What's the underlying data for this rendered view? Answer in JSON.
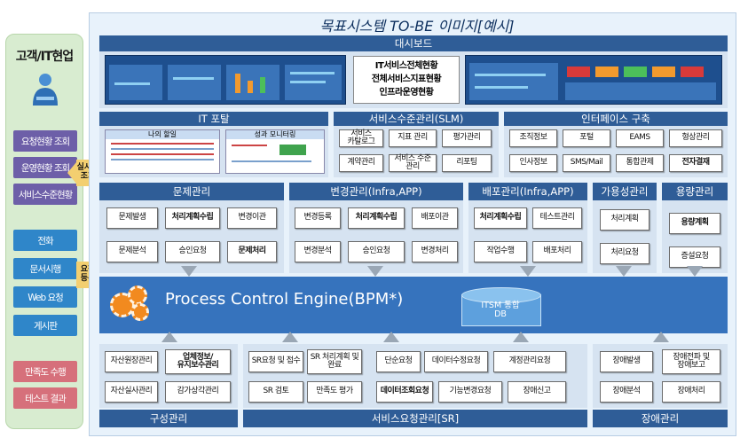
{
  "left_panel": {
    "title": "고객/IT현업",
    "items_top": [
      "요청현황 조회",
      "운영현황 조회",
      "서비스수준현황"
    ],
    "items_mid": [
      "전화",
      "문서시행",
      "Web 요청",
      "게시판"
    ],
    "items_bottom": [
      "만족도 수행",
      "테스트 결과"
    ],
    "callout_realtime": "실시간\n조회",
    "callout_request": "요청\n등록"
  },
  "main": {
    "title": "목표시스템 TO-BE 이미지[예시]",
    "dashboard": {
      "header": "대시보드",
      "overview_lines": [
        "IT서비스전체현황",
        "전체서비스지표현황",
        "인프라운영현황"
      ]
    },
    "it_portal": {
      "header": "IT 포탈",
      "panel_left": "나의 할일",
      "panel_right": "성과 모니터링"
    },
    "slm": {
      "header": "서비스수준관리(SLM)",
      "items": [
        "서비스\n카탈로그",
        "지표 관리",
        "평가관리",
        "계약관리",
        "서비스 수준\n관리",
        "리포팅"
      ]
    },
    "interface": {
      "header": "인터페이스 구축",
      "items": [
        "조직정보",
        "포털",
        "EAMS",
        "형상관리",
        "인사정보",
        "SMS/Mail",
        "통합관제",
        "전자결재"
      ]
    },
    "problem": {
      "header": "문제관리",
      "items": [
        "문제발생",
        "처리계획수립",
        "변경이관",
        "문제분석",
        "승인요청",
        "문제처리"
      ]
    },
    "change": {
      "header": "변경관리(Infra,APP)",
      "items": [
        "변경등록",
        "처리계획수립",
        "배포이관",
        "변경분석",
        "승인요청",
        "변경처리"
      ]
    },
    "release": {
      "header": "배포관리(Infra,APP)",
      "items": [
        "처리계획수립",
        "테스트관리",
        "작업수행",
        "배포처리"
      ]
    },
    "availability": {
      "header": "가용성관리",
      "items": [
        "처리계획",
        "처리요청"
      ]
    },
    "capacity": {
      "header": "용량관리",
      "items": [
        "용량계획",
        "증설요청"
      ]
    },
    "engine": {
      "label": "Process Control Engine(BPM*)",
      "db": "ITSM 통합\nDB"
    },
    "config": {
      "footer": "구성관리",
      "items": [
        "자산원장관리",
        "업체정보/\n유지보수관리",
        "자산실사관리",
        "감가상각관리"
      ]
    },
    "service_request": {
      "footer": "서비스요청관리[SR]",
      "items": [
        "SR요청 및 접수",
        "SR 처리계획 및\n완료",
        "단순요청",
        "데이터수정요청",
        "계정관리요청",
        "SR 검토",
        "만족도 평가",
        "데이터조회요청",
        "기능변경요청",
        "장애신고"
      ]
    },
    "incident": {
      "footer": "장애관리",
      "items": [
        "장애발생",
        "장애전파 및\n장애보고",
        "장애분석",
        "장애처리"
      ]
    }
  },
  "colors": {
    "header_bar": "#2f5d97",
    "engine": "#3673bd",
    "left_panel": "#d8ecd0",
    "purple_btn": "#6d5fa8",
    "blue_btn": "#2f86c9",
    "red_btn": "#d6707b",
    "callout": "#f3cf70",
    "gear": "#f28a1f"
  },
  "icons": [
    "person-icon",
    "gear-icon",
    "database-icon"
  ]
}
